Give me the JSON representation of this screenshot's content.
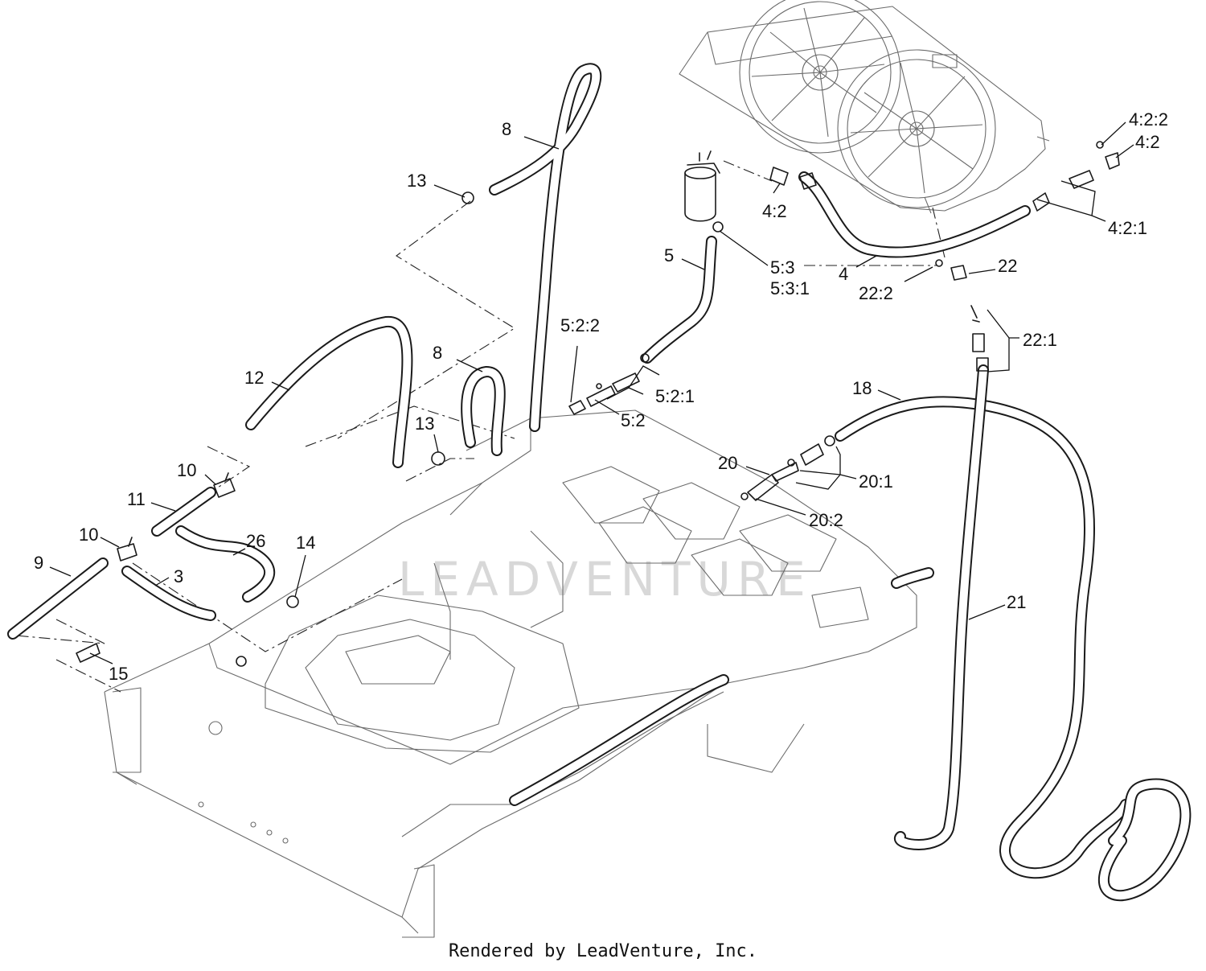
{
  "footer_text": "Rendered by LeadVenture, Inc.",
  "watermark_text": "LEADVENTURE",
  "callouts": [
    {
      "id": "c-8a",
      "label": "8"
    },
    {
      "id": "c-13a",
      "label": "13"
    },
    {
      "id": "c-12",
      "label": "12"
    },
    {
      "id": "c-8b",
      "label": "8"
    },
    {
      "id": "c-13b",
      "label": "13"
    },
    {
      "id": "c-10a",
      "label": "10"
    },
    {
      "id": "c-11",
      "label": "11"
    },
    {
      "id": "c-10b",
      "label": "10"
    },
    {
      "id": "c-9",
      "label": "9"
    },
    {
      "id": "c-3",
      "label": "3"
    },
    {
      "id": "c-26",
      "label": "26"
    },
    {
      "id": "c-14",
      "label": "14"
    },
    {
      "id": "c-15",
      "label": "15"
    },
    {
      "id": "c-5",
      "label": "5"
    },
    {
      "id": "c-5-3",
      "label": "5:3"
    },
    {
      "id": "c-5-3-1",
      "label": "5:3:1"
    },
    {
      "id": "c-5-2-2",
      "label": "5:2:2"
    },
    {
      "id": "c-5-2-1",
      "label": "5:2:1"
    },
    {
      "id": "c-5-2",
      "label": "5:2"
    },
    {
      "id": "c-4-2a",
      "label": "4:2"
    },
    {
      "id": "c-4",
      "label": "4"
    },
    {
      "id": "c-4-2-2",
      "label": "4:2:2"
    },
    {
      "id": "c-4-2b",
      "label": "4:2"
    },
    {
      "id": "c-4-2-1",
      "label": "4:2:1"
    },
    {
      "id": "c-22",
      "label": "22"
    },
    {
      "id": "c-22-2",
      "label": "22:2"
    },
    {
      "id": "c-22-1",
      "label": "22:1"
    },
    {
      "id": "c-18",
      "label": "18"
    },
    {
      "id": "c-20",
      "label": "20"
    },
    {
      "id": "c-20-1",
      "label": "20:1"
    },
    {
      "id": "c-20-2",
      "label": "20:2"
    },
    {
      "id": "c-21",
      "label": "21"
    }
  ]
}
